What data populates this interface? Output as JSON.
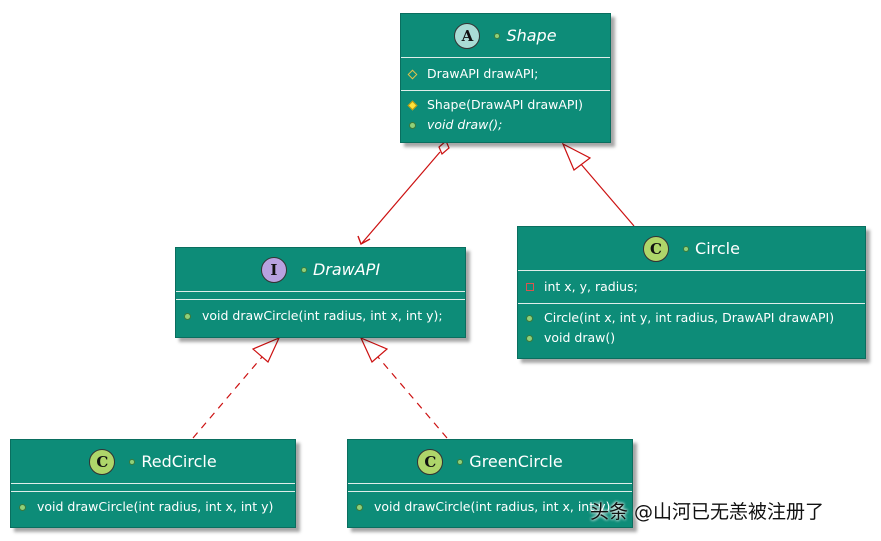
{
  "classes": {
    "shape": {
      "badge": "A",
      "name": "Shape",
      "field": "DrawAPI drawAPI;",
      "constructor": "Shape(DrawAPI drawAPI)",
      "method": "void draw();"
    },
    "drawapi": {
      "badge": "I",
      "name": "DrawAPI",
      "method": "void drawCircle(int radius, int x, int y);"
    },
    "circle": {
      "badge": "C",
      "name": "Circle",
      "field": "int x, y, radius;",
      "constructor": "Circle(int x, int y, int radius, DrawAPI drawAPI)",
      "method": "void draw()"
    },
    "redcircle": {
      "badge": "C",
      "name": "RedCircle",
      "method": "void drawCircle(int radius, int x, int y)"
    },
    "greencircle": {
      "badge": "C",
      "name": "GreenCircle",
      "method": "void drawCircle(int radius, int x, int y)"
    }
  },
  "watermark": "头条 @山河已无恙被注册了",
  "colors": {
    "class_fill": "#0d8c78",
    "arrow_association": "#cc1111",
    "arrow_inheritance": "#cc1111"
  }
}
